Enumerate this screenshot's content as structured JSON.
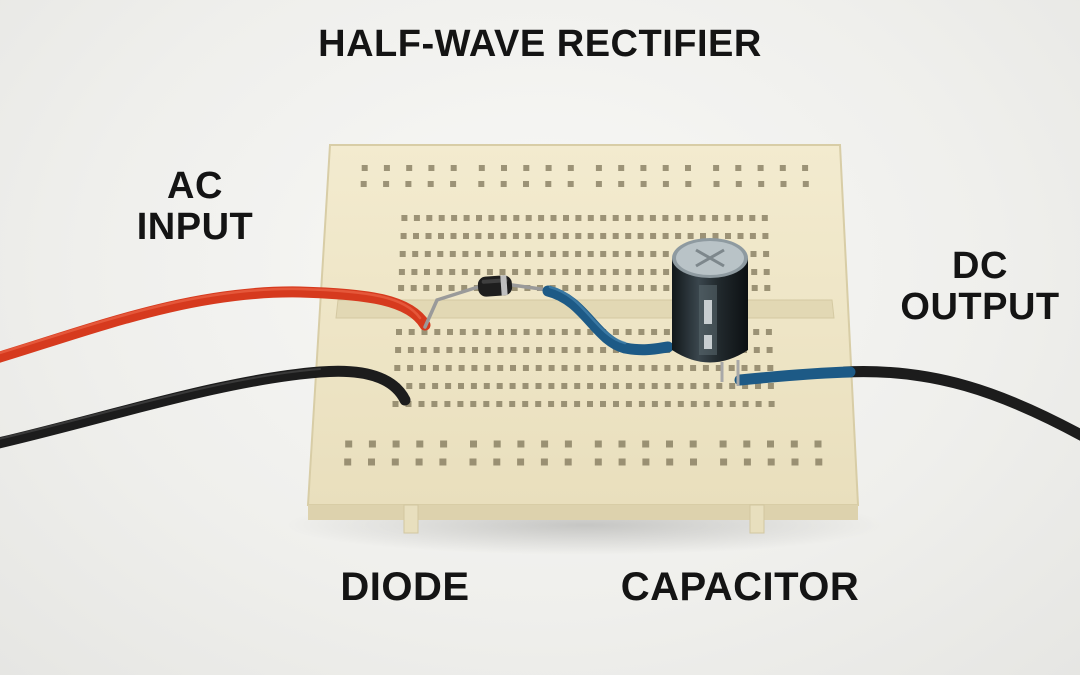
{
  "labels": {
    "title": "HALF-WAVE RECTIFIER",
    "ac_line1": "AC",
    "ac_line2": "INPUT",
    "dc_line1": "DC",
    "dc_line2": "OUTPUT",
    "diode": "DIODE",
    "capacitor": "CAPACITOR"
  },
  "colors": {
    "board": "#efe6c6",
    "board_edge": "#ddd2ac",
    "hole": "#7f755a",
    "wire_red": "#d63a1e",
    "wire_black": "#1c1c1c",
    "wire_blue": "#1d5a86",
    "capacitor_body": "#20272b",
    "diode_body": "#1e1e1e"
  },
  "components": {
    "board": "breadboard",
    "diode": "diode",
    "capacitor": "electrolytic-capacitor",
    "wires": [
      "red-wire",
      "black-wire-input",
      "blue-jumper",
      "black-blue-wire-output"
    ]
  }
}
